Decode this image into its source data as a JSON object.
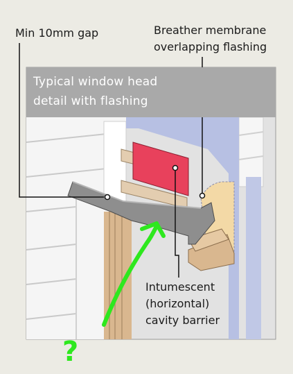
{
  "title": {
    "line1": "Typical window head",
    "line2": "detail with flashing"
  },
  "callouts": {
    "gap": "Min 10mm gap",
    "membrane_line1": "Breather membrane",
    "membrane_line2": "overlapping flashing",
    "barrier_line1": "Intumescent",
    "barrier_line2": "(horizontal)",
    "barrier_line3": "cavity barrier"
  },
  "annotation": {
    "mark": "?"
  },
  "colors": {
    "background": "#ecebe4",
    "title_band": "#a9a9a9",
    "cavity_barrier": "#e8415c",
    "membrane": "#b7c0e3",
    "insulation": "#f3d9a6",
    "timber": "#d9b78f",
    "flashing": "#8e8e8e",
    "annotation": "#2ee81e"
  }
}
